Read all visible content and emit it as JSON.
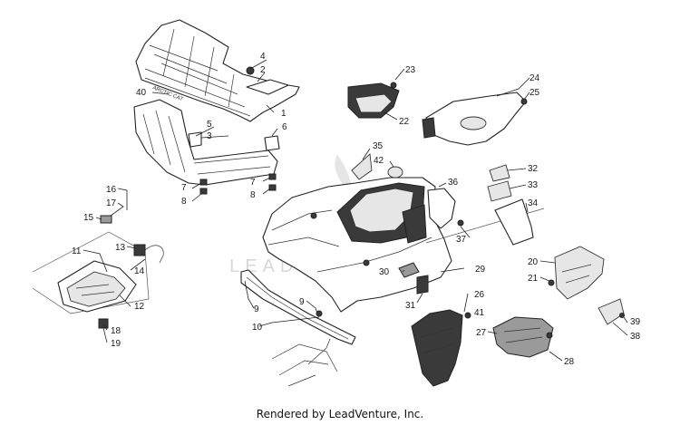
{
  "footer": {
    "credit": "Rendered by LeadVenture, Inc."
  },
  "watermark": {
    "text": "LEADVENTURE"
  },
  "callouts": [
    {
      "id": "1",
      "label": "1"
    },
    {
      "id": "2",
      "label": "2"
    },
    {
      "id": "3",
      "label": "3"
    },
    {
      "id": "4",
      "label": "4"
    },
    {
      "id": "5",
      "label": "5"
    },
    {
      "id": "6",
      "label": "6"
    },
    {
      "id": "7a",
      "label": "7"
    },
    {
      "id": "7b",
      "label": "7"
    },
    {
      "id": "8a",
      "label": "8"
    },
    {
      "id": "8b",
      "label": "8"
    },
    {
      "id": "9a",
      "label": "9"
    },
    {
      "id": "9b",
      "label": "9"
    },
    {
      "id": "10",
      "label": "10"
    },
    {
      "id": "11",
      "label": "11"
    },
    {
      "id": "12",
      "label": "12"
    },
    {
      "id": "13",
      "label": "13"
    },
    {
      "id": "14",
      "label": "14"
    },
    {
      "id": "15",
      "label": "15"
    },
    {
      "id": "16",
      "label": "16"
    },
    {
      "id": "17",
      "label": "17"
    },
    {
      "id": "18",
      "label": "18"
    },
    {
      "id": "19",
      "label": "19"
    },
    {
      "id": "20",
      "label": "20"
    },
    {
      "id": "21",
      "label": "21"
    },
    {
      "id": "22",
      "label": "22"
    },
    {
      "id": "23",
      "label": "23"
    },
    {
      "id": "24",
      "label": "24"
    },
    {
      "id": "25",
      "label": "25"
    },
    {
      "id": "26",
      "label": "26"
    },
    {
      "id": "27",
      "label": "27"
    },
    {
      "id": "28",
      "label": "28"
    },
    {
      "id": "29",
      "label": "29"
    },
    {
      "id": "30",
      "label": "30"
    },
    {
      "id": "31",
      "label": "31"
    },
    {
      "id": "32",
      "label": "32"
    },
    {
      "id": "33",
      "label": "33"
    },
    {
      "id": "34",
      "label": "34"
    },
    {
      "id": "35",
      "label": "35"
    },
    {
      "id": "36",
      "label": "36"
    },
    {
      "id": "37",
      "label": "37"
    },
    {
      "id": "38",
      "label": "38"
    },
    {
      "id": "39",
      "label": "39"
    },
    {
      "id": "40",
      "label": "40"
    },
    {
      "id": "41",
      "label": "41"
    },
    {
      "id": "42",
      "label": "42"
    }
  ]
}
